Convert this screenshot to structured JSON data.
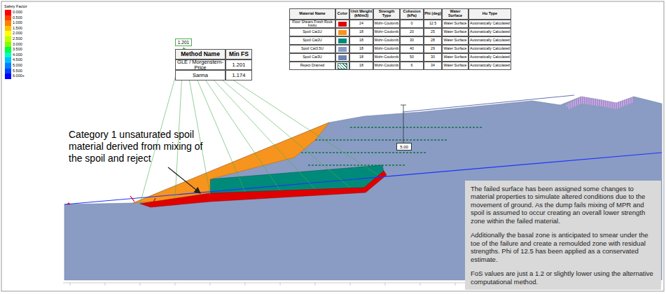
{
  "diagram": {
    "nodes": [
      {
        "text": [
          "1.201"
        ]
      },
      {
        "text": [
          "The failed surface has been assigned some changes to material properties to simulate altered conditions due to the movement of ground. As the dump fails mixing of MPR and spoil is assumed to occur creating an overall lower strength zone within the failed material.",
          "Additionally the basal zone is anticipated to smear under the toe of the failure and create a remoulded zone with residual strengths. Phi of 12.5 has been applied as a conservated estimate.",
          "FoS values are just a 1.2 or slightly lower using the alternative computational method."
        ]
      }
    ],
    "labels": [
      "Safety Factor",
      "Method Name",
      "Min FS",
      "GLE / Morgenstern-Price",
      "1.201",
      "Sarma",
      "1.174",
      "Material Name",
      "Color",
      "Unit Weight (kN/m3)",
      "Strength Type",
      "Cohesion (kPa)",
      "Phi (deg)",
      "Water Surface",
      "Hu Type",
      "Floor Shears Fresh Rock Insitu",
      "24",
      "Mohr-Coulomb",
      "0",
      "12.5",
      "Water Surface",
      "Automatically Calculated",
      "Spoil Cat1U",
      "18",
      "Mohr-Coulomb",
      "20",
      "25",
      "Water Surface",
      "Automatically Calculated",
      "Spoil Cat2U",
      "18",
      "Mohr-Coulomb",
      "30",
      "28",
      "Water Surface",
      "Automatically Calculated",
      "Spoil Cat3.5U",
      "18",
      "Mohr-Coulomb",
      "40",
      "29",
      "Water Surface",
      "Automatically Calculated",
      "Spoil Cat3U",
      "18",
      "Mohr-Coulomb",
      "50",
      "30",
      "Water Surface",
      "Automatically Calculated",
      "Reject Drained",
      "18",
      "Mohr-Coulomb",
      "6",
      "34",
      "Water Surface",
      "Automatically Calculated",
      "Category 1 unsaturated spoil material derived from mixing of the spoil and reject",
      "5.00"
    ],
    "legend": [
      {
        "text": "0.000",
        "color": "#ff0000"
      },
      {
        "text": "0.500",
        "color": "#ff4000"
      },
      {
        "text": "1.000",
        "color": "#ff8000"
      },
      {
        "text": "1.500",
        "color": "#ffbf00"
      },
      {
        "text": "2.000",
        "color": "#ffff00"
      },
      {
        "text": "2.500",
        "color": "#bfff00"
      },
      {
        "text": "3.000",
        "color": "#80ff00"
      },
      {
        "text": "3.500",
        "color": "#00ff40"
      },
      {
        "text": "4.000",
        "color": "#00ffbf"
      },
      {
        "text": "4.500",
        "color": "#00bfff"
      },
      {
        "text": "5.000",
        "color": "#0080ff"
      },
      {
        "text": "5.500",
        "color": "#0040ff"
      },
      {
        "text": "6.000+",
        "color": "#0000ff"
      }
    ]
  }
}
